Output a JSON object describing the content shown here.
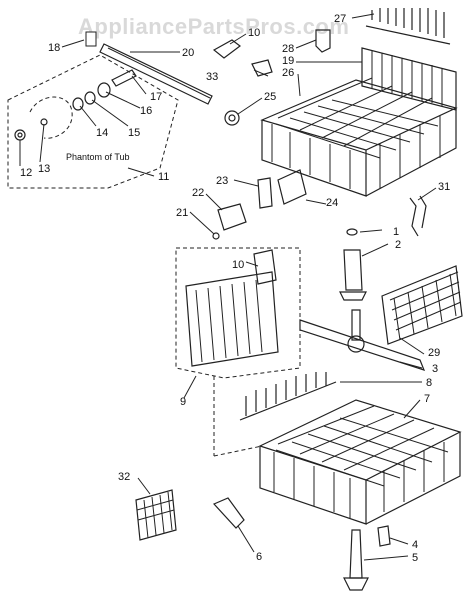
{
  "watermark": "AppliancePartsPros.com",
  "tub_label": "Phantom of Tub",
  "callouts": [
    "1",
    "2",
    "3",
    "4",
    "5",
    "6",
    "7",
    "8",
    "9",
    "10",
    "10",
    "11",
    "12",
    "13",
    "14",
    "15",
    "16",
    "17",
    "18",
    "19",
    "20",
    "21",
    "22",
    "23",
    "24",
    "25",
    "26",
    "27",
    "28",
    "29",
    "31",
    "32",
    "33"
  ]
}
